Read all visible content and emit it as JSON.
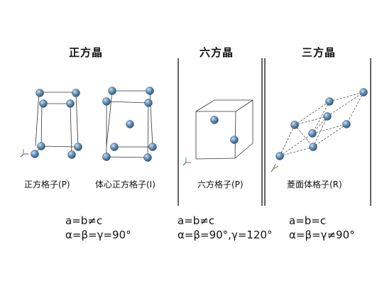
{
  "sections": {
    "tetragonal": {
      "title": "正方晶",
      "captions": [
        "正方格子(P)",
        "体心正方格子(I)"
      ],
      "param_lengths": "a=b≠c",
      "param_angles": "α=β=γ=90°"
    },
    "hexagonal": {
      "title": "六方晶",
      "captions": [
        "六方格子(P)"
      ],
      "param_lengths": "a=b≠c",
      "param_angles": "α=β=90°,γ=120°"
    },
    "trigonal": {
      "title": "三方晶",
      "captions": [
        "菱面体格子(R)"
      ],
      "param_lengths": "a=b=c",
      "param_angles": "α=β=γ≠90°"
    }
  },
  "colors": {
    "atom": "#5b86ad",
    "atom_highlight": "#b9d0e6",
    "cell_edge": "#222222",
    "divider": "#111111"
  },
  "icons": [
    "atom-sphere-icon",
    "axis-triad-icon"
  ]
}
